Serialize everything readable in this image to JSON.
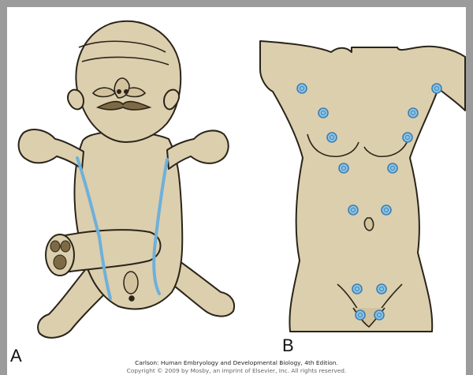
{
  "figure": {
    "panel_a_label": "A",
    "panel_b_label": "B",
    "caption_line1": "Carlson: Human Embryology and Developmental Biology, 4th Edition.",
    "caption_line2": "Copyright © 2009 by Mosby, an imprint of Elsevier, Inc. All rights reserved."
  },
  "colors": {
    "skin": "#dccfae",
    "outline": "#2a2419",
    "mammary_line": "#6fb0da",
    "nipple_fill": "#8cc3e6",
    "nipple_ring": "#3b7fb3",
    "frame": "#9b9b9b"
  }
}
